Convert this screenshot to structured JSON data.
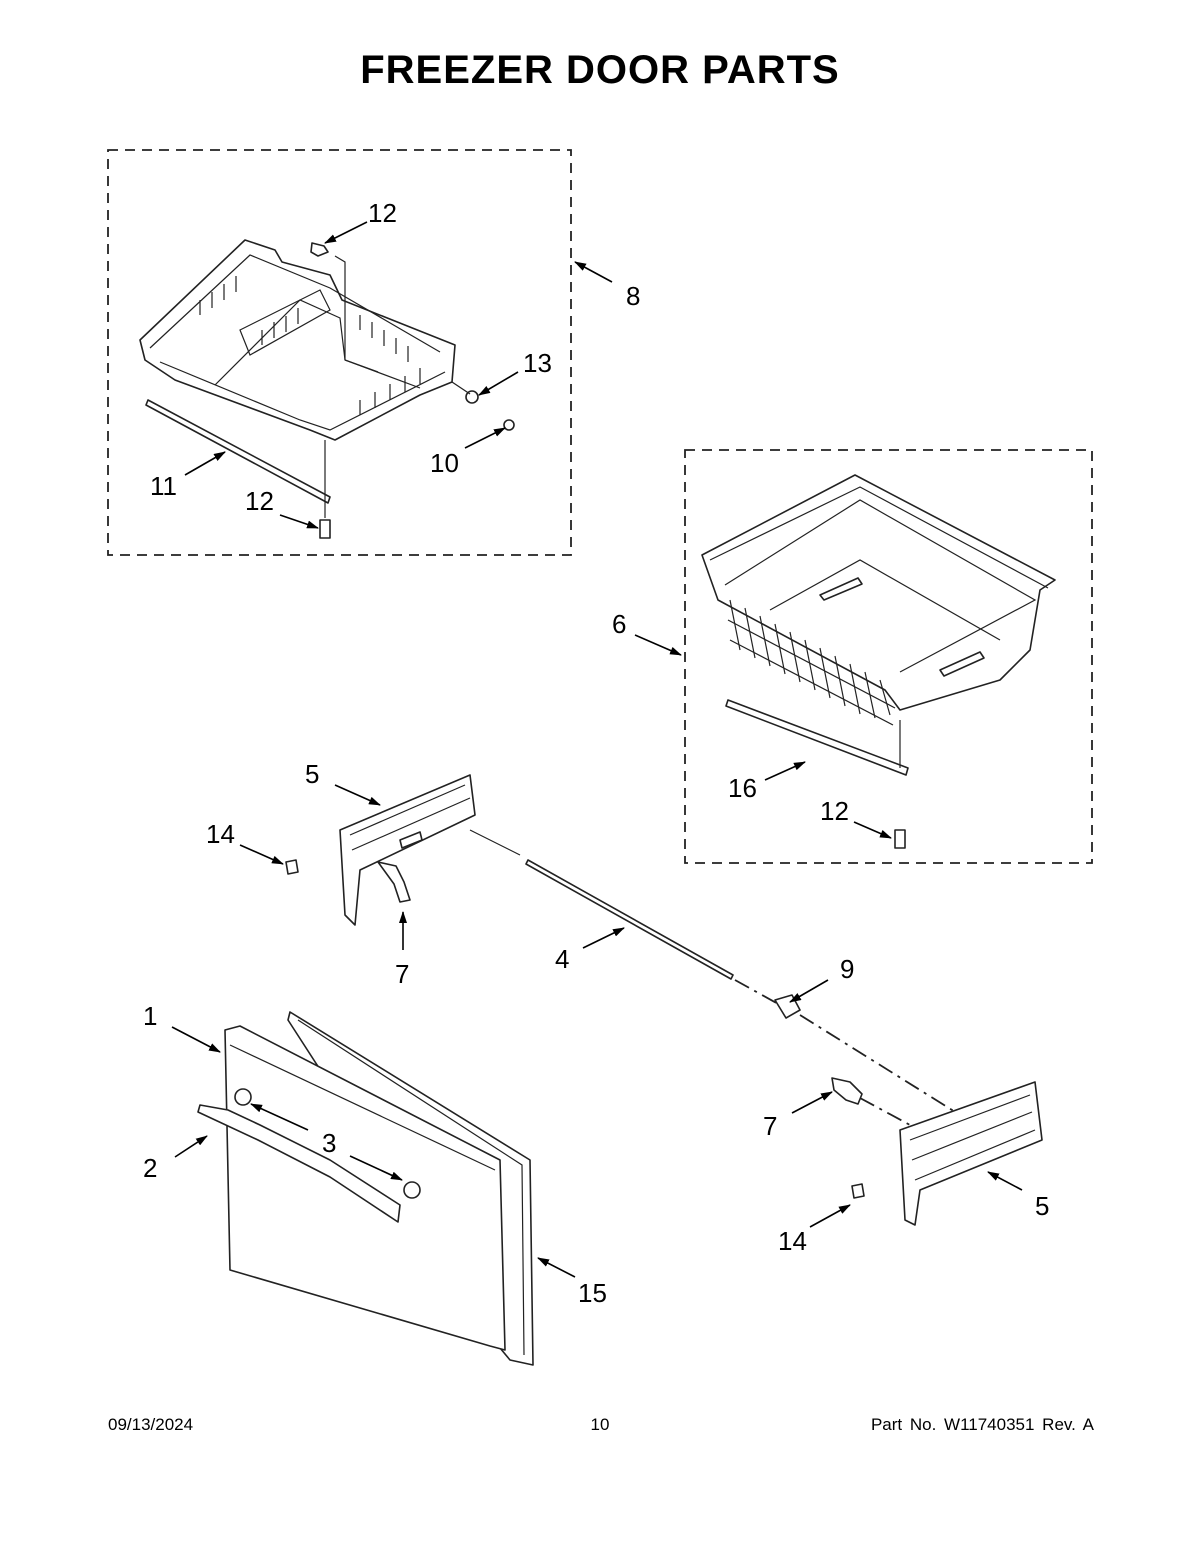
{
  "title": "FREEZER DOOR PARTS",
  "footer": {
    "date": "09/13/2024",
    "page": "10",
    "part": "Part No.  W11740351  Rev.  A"
  },
  "callouts": {
    "c1": "1",
    "c2": "2",
    "c3": "3",
    "c4": "4",
    "c5a": "5",
    "c5b": "5",
    "c6": "6",
    "c7a": "7",
    "c7b": "7",
    "c8": "8",
    "c9": "9",
    "c10": "10",
    "c11": "11",
    "c12a": "12",
    "c12b": "12",
    "c12c": "12",
    "c13": "13",
    "c14a": "14",
    "c14b": "14",
    "c15": "15",
    "c16": "16"
  }
}
